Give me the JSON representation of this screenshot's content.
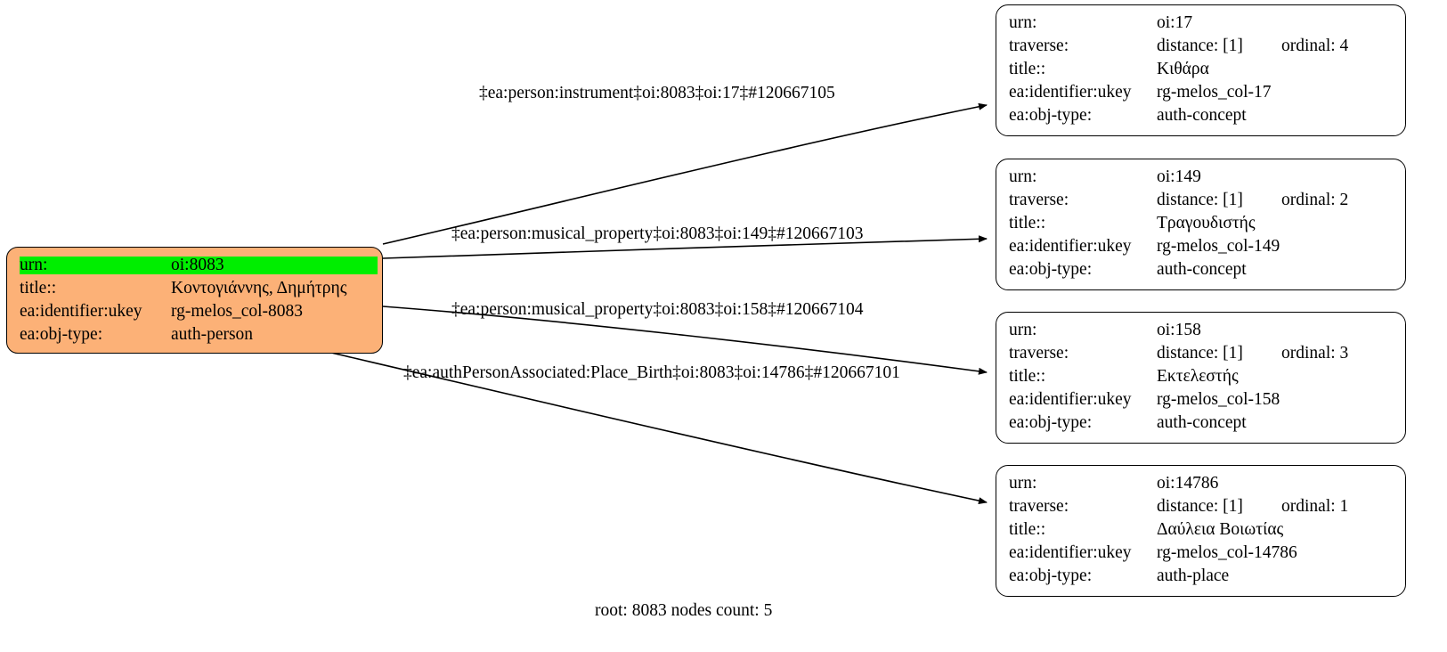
{
  "graph": {
    "caption": "root: 8083 nodes count: 5",
    "colors": {
      "root_fill": "#fcb177",
      "highlight": "#00ee00",
      "node_stroke": "#000000",
      "edge_stroke": "#000000",
      "background": "#ffffff"
    },
    "labels": {
      "urn": "urn:",
      "traverse": "traverse:",
      "title": "title::",
      "ukey": "ea:identifier:ukey",
      "objtype": "ea:obj-type:"
    },
    "root_node": {
      "urn": "oi:8083",
      "title": "Κοντογιάννης, Δημήτρης",
      "ukey": "rg-melos_col-8083",
      "objtype": "auth-person"
    },
    "nodes": [
      {
        "urn": "oi:17",
        "distance": "distance: [1]",
        "ordinal": "ordinal: 4",
        "title": "Κιθάρα",
        "ukey": "rg-melos_col-17",
        "objtype": "auth-concept"
      },
      {
        "urn": "oi:149",
        "distance": "distance: [1]",
        "ordinal": "ordinal: 2",
        "title": "Τραγουδιστής",
        "ukey": "rg-melos_col-149",
        "objtype": "auth-concept"
      },
      {
        "urn": "oi:158",
        "distance": "distance: [1]",
        "ordinal": "ordinal: 3",
        "title": "Εκτελεστής",
        "ukey": "rg-melos_col-158",
        "objtype": "auth-concept"
      },
      {
        "urn": "oi:14786",
        "distance": "distance: [1]",
        "ordinal": "ordinal: 1",
        "title": "Δαύλεια Βοιωτίας",
        "ukey": "rg-melos_col-14786",
        "objtype": "auth-place"
      }
    ],
    "edges": [
      {
        "label": "‡ea:person:instrument‡oi:8083‡oi:17‡#120667105"
      },
      {
        "label": "‡ea:person:musical_property‡oi:8083‡oi:149‡#120667103"
      },
      {
        "label": "‡ea:person:musical_property‡oi:8083‡oi:158‡#120667104"
      },
      {
        "label": "‡ea:authPersonAssociated:Place_Birth‡oi:8083‡oi:14786‡#120667101"
      }
    ]
  }
}
